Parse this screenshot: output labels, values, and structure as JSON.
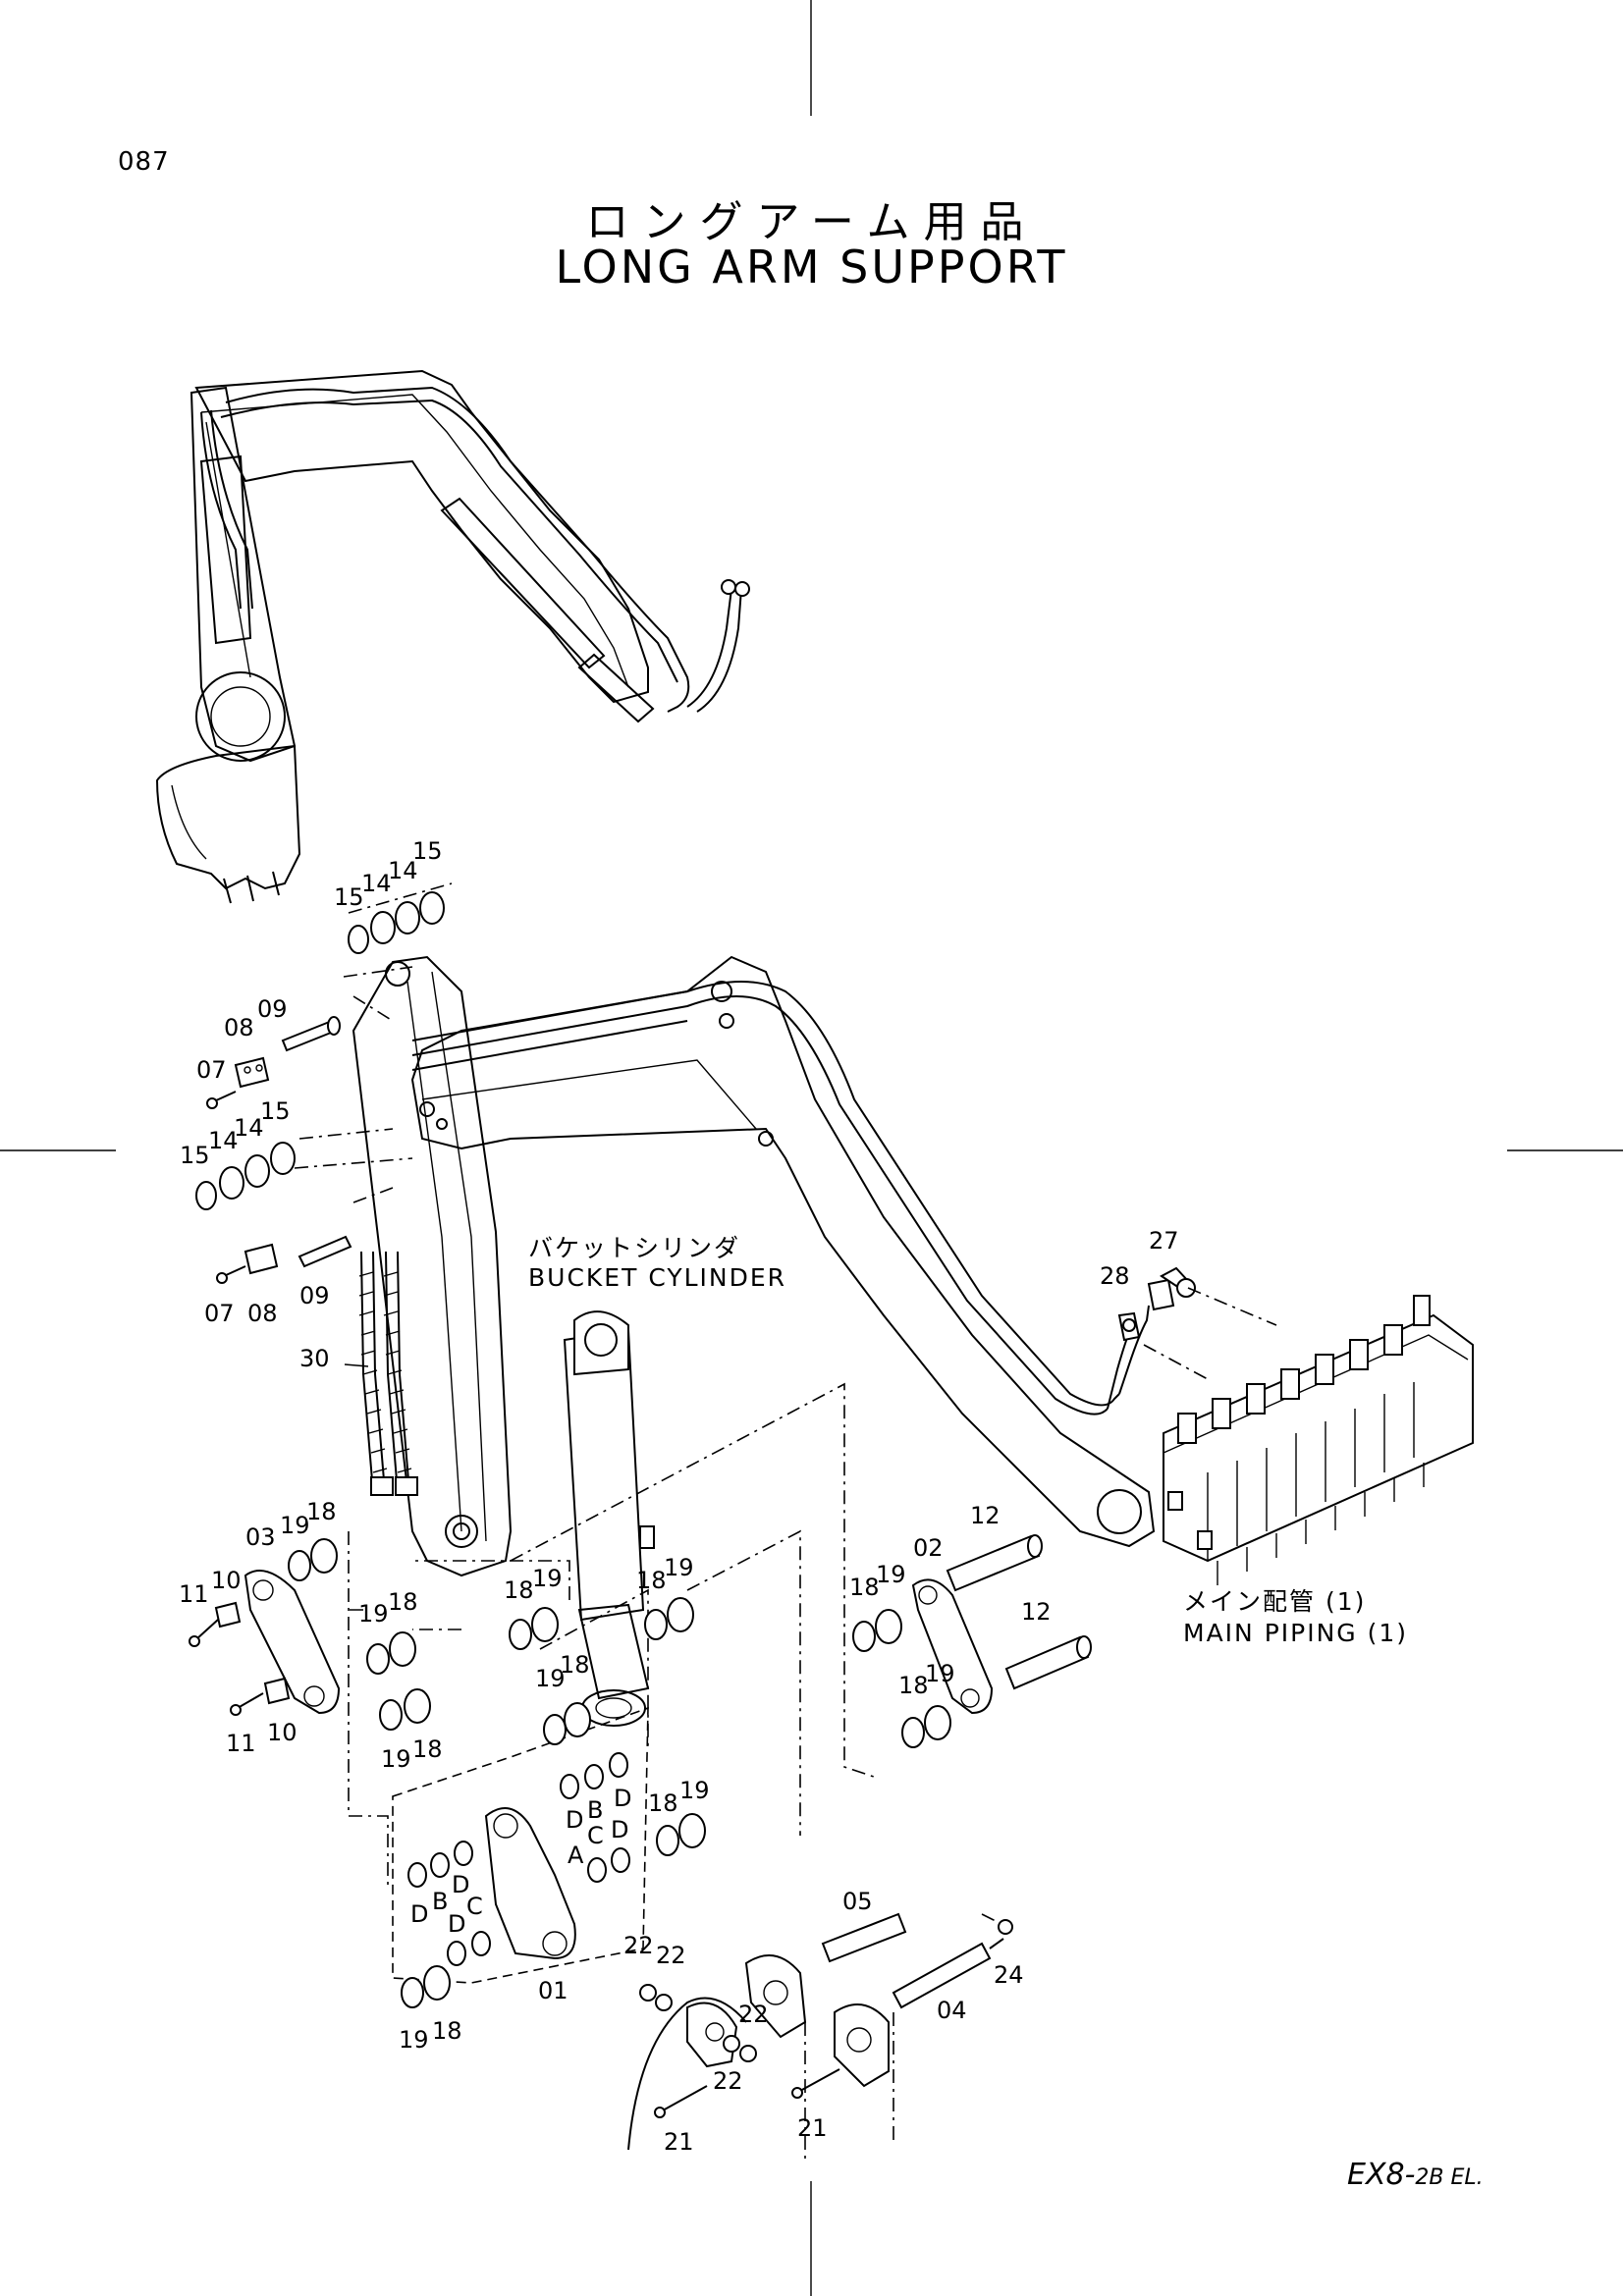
{
  "page_number": "087",
  "title_jp": "ロングアーム用品",
  "title_en": "LONG ARM SUPPORT",
  "model": {
    "main": "EX8-",
    "suffix": "2B EL."
  },
  "callouts": {
    "bucket_cylinder_jp": "バケットシリンダ",
    "bucket_cylinder_en": "BUCKET CYLINDER",
    "main_piping_jp": "メイン配管 (1)",
    "main_piping_en": "MAIN PIPING (1)"
  },
  "part_labels": {
    "p01": "01",
    "p02": "02",
    "p03": "03",
    "p04": "04",
    "p05": "05",
    "p07": "07",
    "p08": "08",
    "p09": "09",
    "p10": "10",
    "p11": "11",
    "p12": "12",
    "p14": "14",
    "p15": "15",
    "p18": "18",
    "p19": "19",
    "p21": "21",
    "p22": "22",
    "p24": "24",
    "p27": "27",
    "p28": "28",
    "p30": "30",
    "A": "A",
    "B": "B",
    "C": "C",
    "D": "D"
  }
}
